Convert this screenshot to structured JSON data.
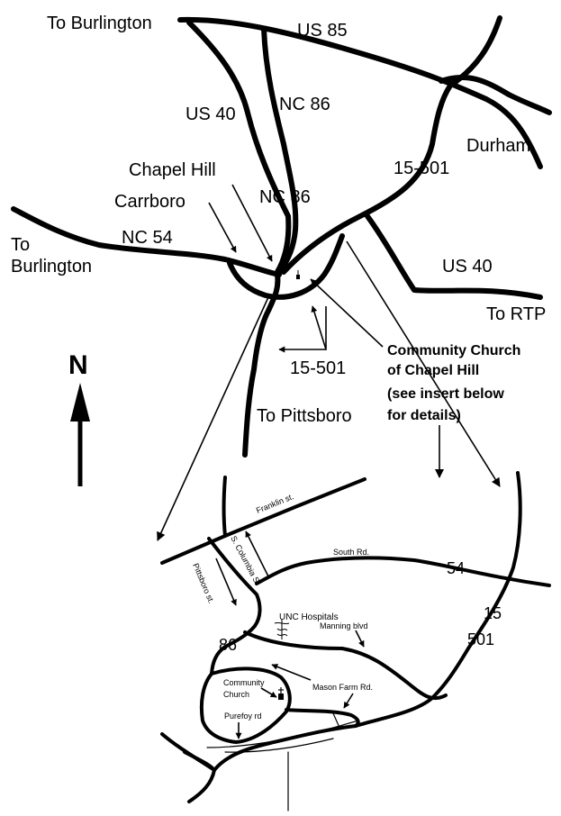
{
  "map": {
    "north_label": "N",
    "overview": {
      "to_burlington_top": "To Burlington",
      "us85": "US 85",
      "us40_upper": "US 40",
      "nc86_upper": "NC 86",
      "durham": "Durham",
      "chapel_hill": "Chapel Hill",
      "us15_501_upper": "15-501",
      "carrboro": "Carrboro",
      "nc86_mid": "NC 86",
      "nc54": "NC 54",
      "to_burlington_left_1": "To",
      "to_burlington_left_2": "Burlington",
      "us40_right": "US 40",
      "to_rtp": "To RTP",
      "us15_501_lower": "15-501",
      "to_pittsboro": "To Pittsboro",
      "church_note_1": "Community Church",
      "church_note_2": "of Chapel Hill",
      "church_note_3": "(see insert below",
      "church_note_4": "for details)"
    },
    "insert": {
      "franklin": "Franklin st.",
      "s_columbia": "S. Columbia St",
      "pittsboro_st": "Pittsboro st.",
      "south_rd": "South Rd.",
      "route54": "54",
      "route15": "15",
      "route501": "501",
      "unc_hospitals": "UNC Hospitals",
      "manning": "Manning blvd",
      "route86": "86",
      "community_1": "Community",
      "community_2": "Church",
      "mason_farm": "Mason Farm Rd.",
      "purefoy": "Purefoy rd"
    }
  }
}
